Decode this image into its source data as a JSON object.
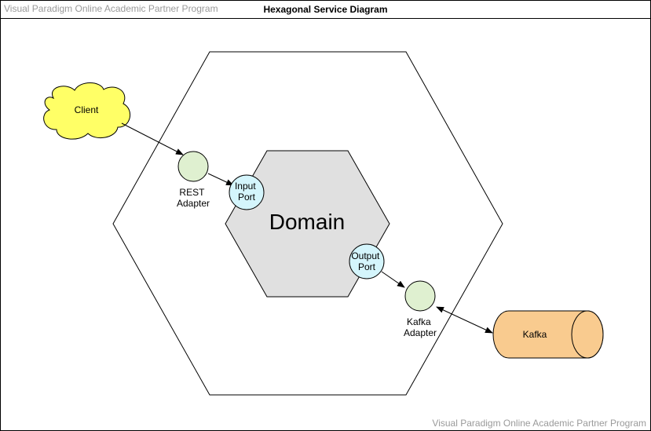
{
  "header": {
    "watermark": "Visual Paradigm Online Academic Partner Program",
    "title": "Hexagonal Service Diagram"
  },
  "footer": {
    "watermark": "Visual Paradigm Online Academic Partner Program"
  },
  "diagram": {
    "domain_label": "Domain",
    "client_label": "Client",
    "input_port": [
      "Input",
      "Port"
    ],
    "output_port": [
      "Output",
      "Port"
    ],
    "rest_adapter": [
      "REST",
      "Adapter"
    ],
    "kafka_adapter": [
      "Kafka",
      "Adapter"
    ],
    "kafka_label": "Kafka",
    "colors": {
      "client_fill": "#ffff66",
      "adapter_fill": "#dff0d0",
      "port_fill": "#d4f5fc",
      "domain_fill": "#e0e0e0",
      "kafka_fill": "#f9cb8f"
    }
  }
}
